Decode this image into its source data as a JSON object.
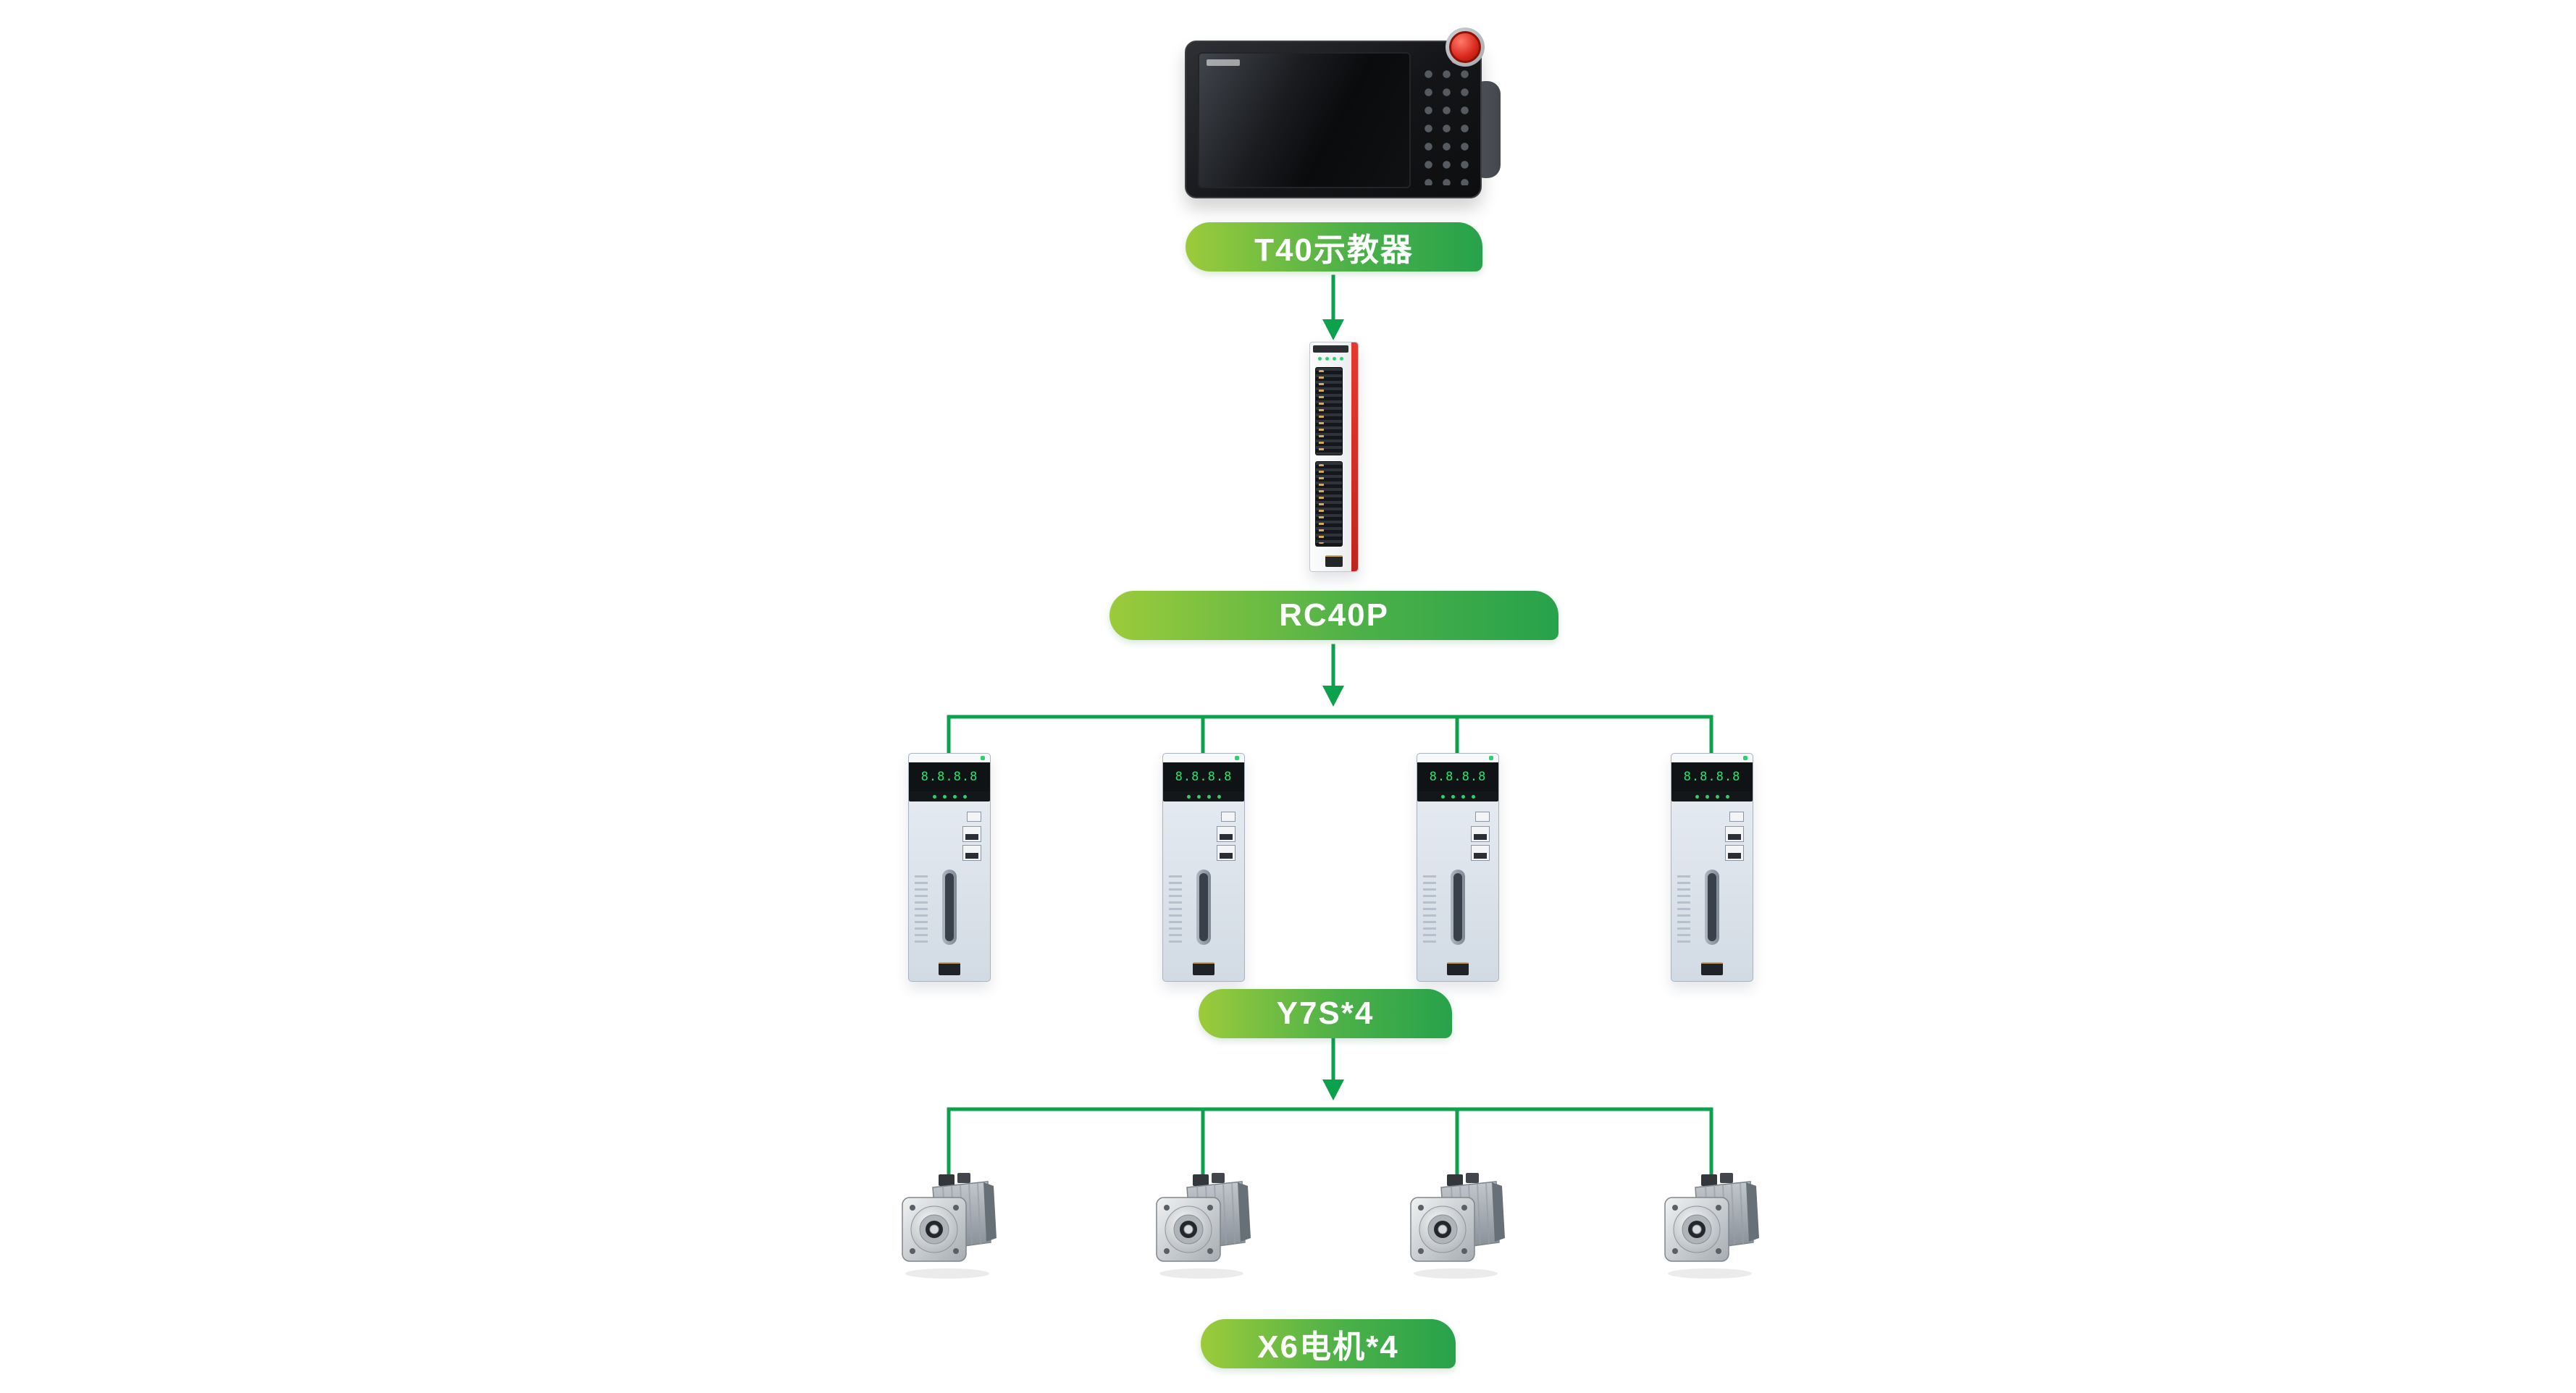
{
  "labels": {
    "pendant": "T40示教器",
    "controller": "RC40P",
    "drives": "Y7S*4",
    "motors": "X6电机*4"
  },
  "drive": {
    "display_text": "8.8.8.8"
  },
  "counts": {
    "drives": 4,
    "motors": 4
  },
  "colors": {
    "connector_green": "#0ba14d",
    "banner_gradient_start": "#9ccb3b",
    "banner_gradient_end": "#27a24b",
    "emergency_stop_red": "#d8271b",
    "controller_stripe_red": "#e6392f",
    "drive_led_green": "#2fd06b"
  }
}
